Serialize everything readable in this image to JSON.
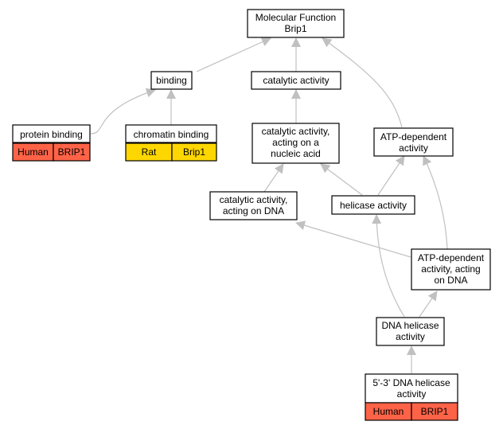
{
  "colors": {
    "edge": "#c0c0c0",
    "node_border": "#000000",
    "human_annotation": "#ff6347",
    "rat_annotation": "#ffd700"
  },
  "nodes": {
    "root": {
      "lines": [
        "Molecular Function",
        "Brip1"
      ]
    },
    "binding": {
      "lines": [
        "binding"
      ]
    },
    "catalytic": {
      "lines": [
        "catalytic activity"
      ]
    },
    "protein_binding": {
      "lines": [
        "protein binding"
      ],
      "annotation": [
        "Human",
        "BRIP1"
      ]
    },
    "chromatin_binding": {
      "lines": [
        "chromatin binding"
      ],
      "annotation": [
        "Rat",
        "Brip1"
      ]
    },
    "cat_nucleic": {
      "lines": [
        "catalytic activity,",
        "acting on a",
        "nucleic acid"
      ]
    },
    "atp_dependent": {
      "lines": [
        "ATP-dependent",
        "activity"
      ]
    },
    "cat_dna": {
      "lines": [
        "catalytic activity,",
        "acting on DNA"
      ]
    },
    "helicase": {
      "lines": [
        "helicase activity"
      ]
    },
    "atp_dna": {
      "lines": [
        "ATP-dependent",
        "activity, acting",
        "on DNA"
      ]
    },
    "dna_helicase": {
      "lines": [
        "DNA helicase",
        "activity"
      ]
    },
    "helicase_53": {
      "lines": [
        "5'-3' DNA helicase",
        "activity"
      ],
      "annotation": [
        "Human",
        "BRIP1"
      ]
    }
  }
}
